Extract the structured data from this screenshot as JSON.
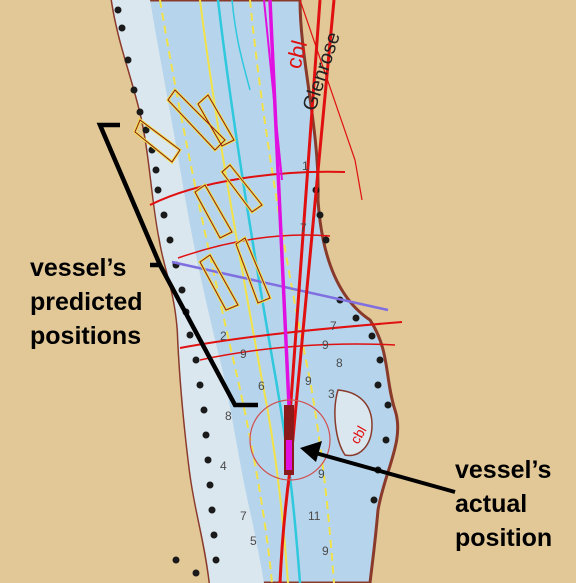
{
  "map": {
    "colors": {
      "land": "#e2c897",
      "water": "#b6d5ec",
      "shallow_water": "#dbe7ef",
      "shore_outline": "#8a3a2b",
      "track_red": "#e01010",
      "track_magenta": "#e010e0",
      "lane_yellow": "#f2e24a",
      "lane_cyan": "#2fc8dc",
      "cable_line": "#7f6fe0",
      "vessel_marker": "#8b1a1a",
      "ghost_vessel": "#f2e24a"
    },
    "place_label": "Glenrose",
    "cable_labels": [
      "cbl",
      "cbl"
    ],
    "depth_soundings": [
      "7",
      "9",
      "8",
      "2",
      "9",
      "6",
      "8",
      "9",
      "3",
      "1",
      "7",
      "4",
      "9",
      "11",
      "7",
      "5",
      "9"
    ]
  },
  "annotations": {
    "predicted": [
      "vessel’s",
      "predicted",
      "positions"
    ],
    "actual": [
      "vessel’s",
      "actual",
      "position"
    ]
  }
}
